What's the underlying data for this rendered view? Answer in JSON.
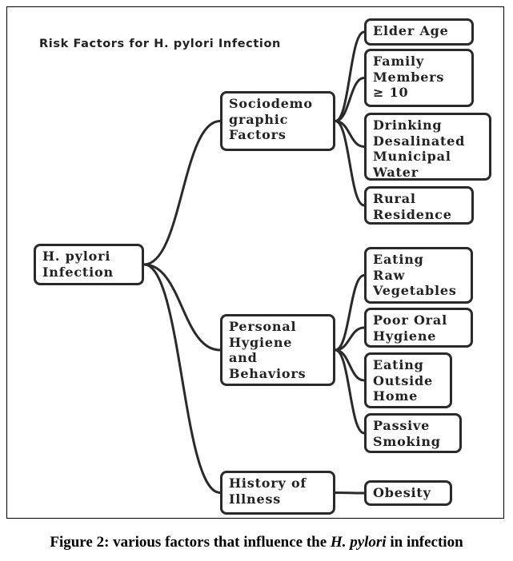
{
  "diagram": {
    "title": "Risk Factors for H. pylori Infection",
    "root": {
      "lines": [
        "H. pylori",
        "Infection"
      ]
    },
    "categories": [
      {
        "lines": [
          "Sociodemo",
          "graphic",
          "Factors"
        ],
        "factors": [
          {
            "lines": [
              "Elder Age"
            ]
          },
          {
            "lines": [
              "Family",
              "Members",
              "≥ 10"
            ]
          },
          {
            "lines": [
              "Drinking",
              "Desalinated",
              "Municipal",
              "Water"
            ]
          },
          {
            "lines": [
              "Rural",
              "Residence"
            ]
          }
        ]
      },
      {
        "lines": [
          "Personal",
          "Hygiene",
          "and",
          "Behaviors"
        ],
        "factors": [
          {
            "lines": [
              "Eating",
              "Raw",
              "Vegetables"
            ]
          },
          {
            "lines": [
              "Poor Oral",
              "Hygiene"
            ]
          },
          {
            "lines": [
              "Eating",
              "Outside",
              "Home"
            ]
          },
          {
            "lines": [
              "Passive",
              "Smoking"
            ]
          }
        ]
      },
      {
        "lines": [
          "History of",
          "Illness"
        ],
        "factors": [
          {
            "lines": [
              "Obesity"
            ]
          }
        ]
      }
    ]
  },
  "caption": {
    "prefix": "Figure 2: various factors that influence the ",
    "italic": "H. pylori",
    "suffix": " in infection"
  }
}
